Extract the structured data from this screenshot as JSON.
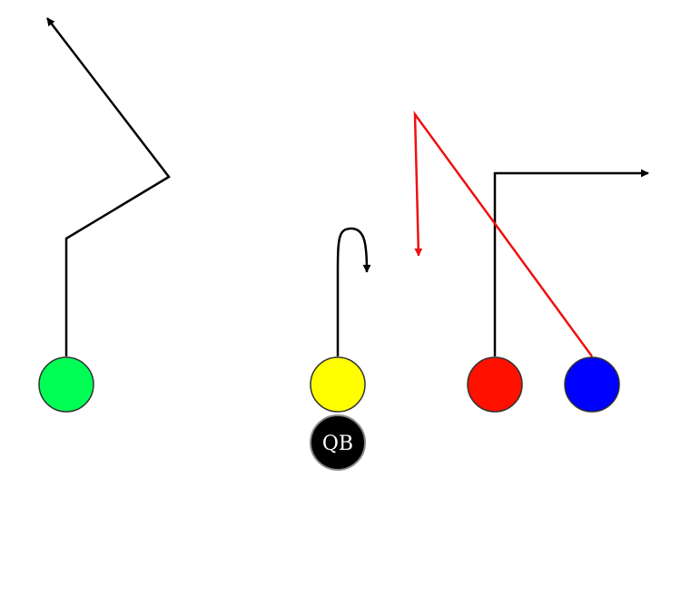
{
  "players": [
    {
      "id": "green",
      "color": "#00ff55",
      "label": ""
    },
    {
      "id": "yellow",
      "color": "#ffff00",
      "label": ""
    },
    {
      "id": "qb",
      "color": "#000000",
      "label": "QB"
    },
    {
      "id": "red",
      "color": "#ff1100",
      "label": ""
    },
    {
      "id": "blue",
      "color": "#0000ff",
      "label": ""
    }
  ],
  "routes": [
    {
      "player": "green",
      "color": "#000000"
    },
    {
      "player": "yellow",
      "color": "#000000"
    },
    {
      "player": "red",
      "color": "#000000"
    },
    {
      "player": "blue",
      "color": "#ee1111"
    }
  ]
}
